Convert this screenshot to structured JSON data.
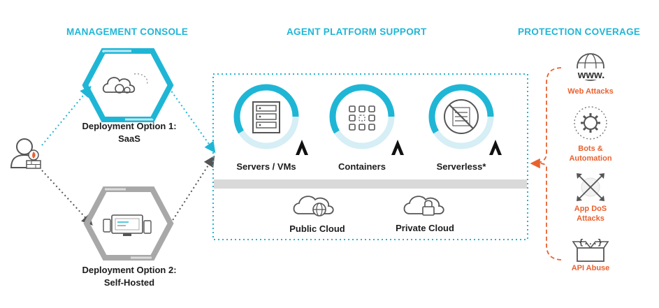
{
  "headers": {
    "management_console": "MANAGEMENT CONSOLE",
    "agent_platform": "AGENT PLATFORM SUPPORT",
    "protection_coverage": "PROTECTION COVERAGE"
  },
  "deployment": {
    "option1_line1": "Deployment Option 1:",
    "option1_line2": "SaaS",
    "option2_line1": "Deployment Option 2:",
    "option2_line2": "Self-Hosted"
  },
  "platforms": [
    {
      "label": "Servers / VMs",
      "icon": "server-rack-icon"
    },
    {
      "label": "Containers",
      "icon": "containers-icon"
    },
    {
      "label": "Serverless*",
      "icon": "serverless-icon"
    }
  ],
  "clouds": [
    {
      "label": "Public Cloud",
      "icon": "globe-cloud-icon"
    },
    {
      "label": "Private Cloud",
      "icon": "lock-cloud-icon"
    }
  ],
  "coverage": [
    {
      "label_lines": [
        "Web Attacks"
      ],
      "icon": "www-globe-icon"
    },
    {
      "label_lines": [
        "Bots &",
        "Automation"
      ],
      "icon": "gear-icon"
    },
    {
      "label_lines": [
        "App DoS",
        "Attacks"
      ],
      "icon": "arrows-out-icon"
    },
    {
      "label_lines": [
        "API Abuse"
      ],
      "icon": "api-box-icon"
    }
  ],
  "colors": {
    "accent_blue": "#1fb6d6",
    "accent_orange": "#e9612f",
    "gray": "#9a9a9a",
    "text_dark": "#1c1c1c"
  }
}
